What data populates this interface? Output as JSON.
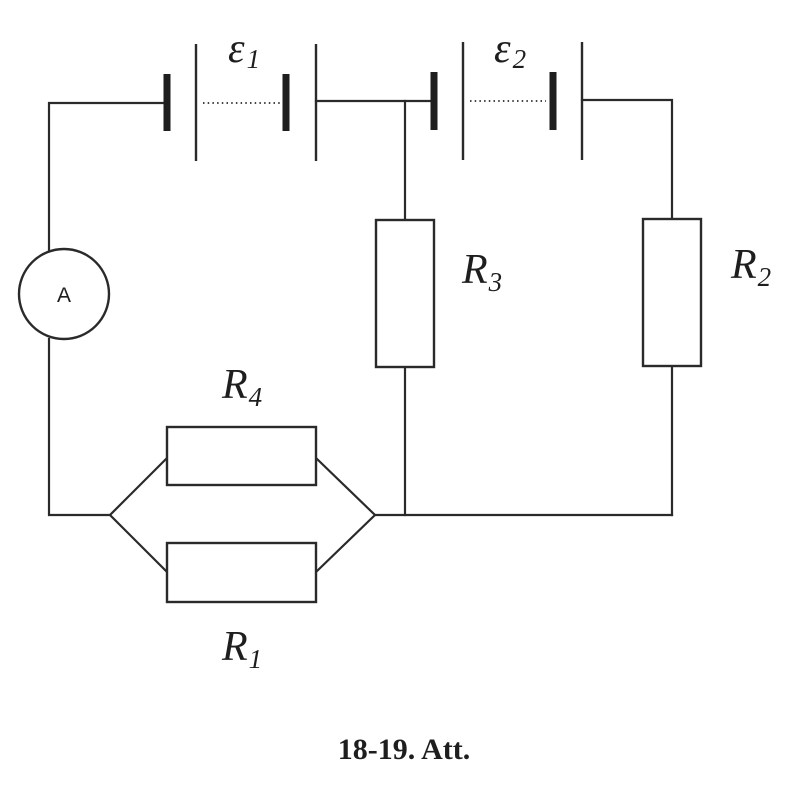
{
  "labels": {
    "emf1": {
      "main": "ε",
      "sub": "1"
    },
    "emf2": {
      "main": "ε",
      "sub": "2"
    },
    "r1": {
      "main": "R",
      "sub": "1"
    },
    "r2": {
      "main": "R",
      "sub": "2"
    },
    "r3": {
      "main": "R",
      "sub": "3"
    },
    "r4": {
      "main": "R",
      "sub": "4"
    },
    "ammeter": "A"
  },
  "caption": "18-19. Att."
}
